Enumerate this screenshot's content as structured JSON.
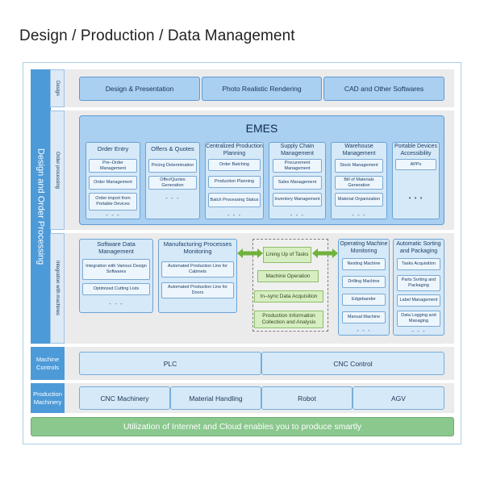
{
  "title": "Design / Production / Data Management",
  "side_main_label": "Design and Order Processing",
  "sections": {
    "design": {
      "side_label": "Design",
      "items": [
        "Design & Presentation",
        "Photo Realistic Rendering",
        "CAD and Other Softwares"
      ]
    },
    "order_processing": {
      "side_label": "Order processing",
      "emes_title": "EMES",
      "columns": [
        {
          "title": "Order Entry",
          "items": [
            "Pre–Order Management",
            "Order Management",
            "Order import from Portable Devices"
          ],
          "more": "- - -"
        },
        {
          "title": "Offers & Quotes",
          "items": [
            "Pricing Determination",
            "Offer/Quotes Generation"
          ],
          "more": "- - -"
        },
        {
          "title": "Centralized Production Planning",
          "items": [
            "Order Batching",
            "Production Planning",
            "Batch Processing Status"
          ],
          "more": "- - -"
        },
        {
          "title": "Supply Chain Management",
          "items": [
            "Procurement Management",
            "Sales Management",
            "Inventory Management"
          ],
          "more": "- - -"
        },
        {
          "title": "Warehouse Management",
          "items": [
            "Stock Management",
            "Bill of Materials Generation",
            "Material Organization"
          ],
          "more": "- - -"
        },
        {
          "title": "Portable Devices Accessibility",
          "items": [
            "APPs"
          ],
          "more": "• • •"
        }
      ]
    },
    "integration": {
      "side_label": "Integration with machines",
      "software_data": {
        "title": "Software Data Management",
        "items": [
          "Integration with Various Design Softwares",
          "Optimized Cutting Lists"
        ],
        "more": "- - -"
      },
      "manufacturing": {
        "title": "Manufacturing Processes Monitoring",
        "items": [
          "Automated Production Line for Cabinets",
          "Automated Production Line for Doors"
        ]
      },
      "center": [
        "Lining Up of Tasks",
        "Machine Operation",
        "In–sync Data Acquisition",
        "Production Information Collection and Analysis"
      ],
      "operating": {
        "title": "Operating Machine Monitoring",
        "items": [
          "Nesting Machine",
          "Drilling Machine",
          "Edgebander",
          "Manual Machine"
        ],
        "more": "- - -"
      },
      "sorting": {
        "title": "Automatic Sorting and Packaging",
        "items": [
          "Tasks Acquisition",
          "Parts Sorting and Packaging",
          "Label Management",
          "Data Logging and Managing"
        ],
        "more": "- - -"
      }
    },
    "machine_controls": {
      "label": "Machine Controls",
      "items": [
        "PLC",
        "CNC Control"
      ]
    },
    "production_machinery": {
      "label": "Production Machinery",
      "items": [
        "CNC Machinery",
        "Material Handling",
        "Robot",
        "AGV"
      ]
    }
  },
  "footer_banner": "Utilization of Internet and Cloud enables you to produce smartly",
  "colors": {
    "accent_blue": "#4d9ad8",
    "box_blue": "#a9cff1",
    "green_banner": "#8ac88d",
    "green_box": "#d7eec2"
  }
}
